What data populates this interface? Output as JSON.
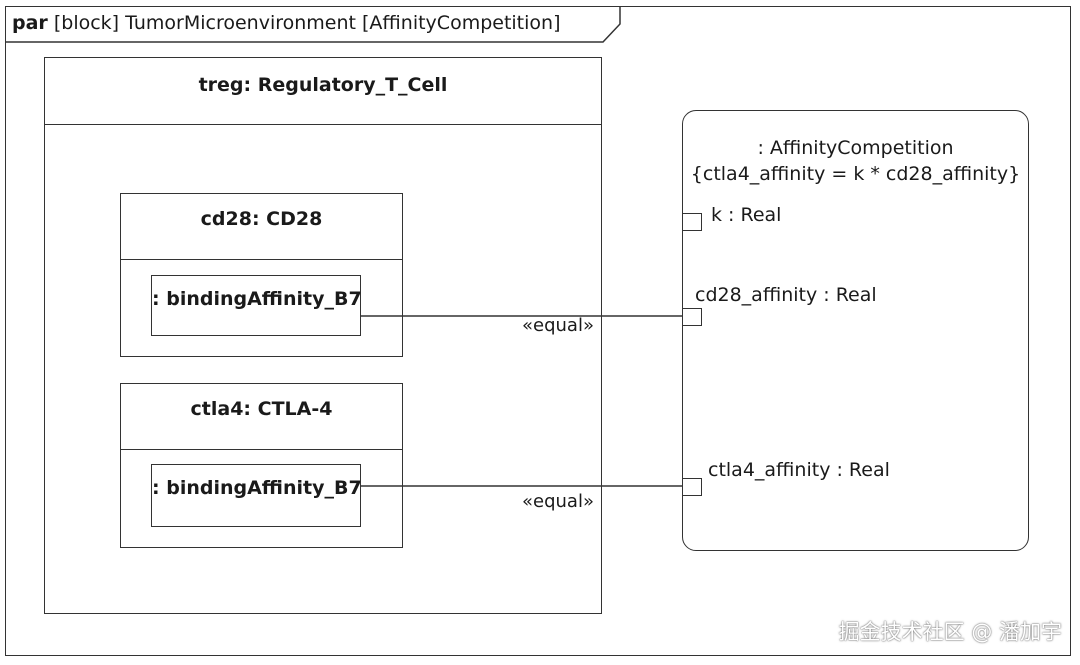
{
  "frame": {
    "keyword": "par",
    "label": "[block] TumorMicroenvironment [AffinityCompetition]"
  },
  "outer_block": {
    "title": "treg: Regulatory_T_Cell"
  },
  "cd28_block": {
    "title": "cd28: CD28",
    "port": ": bindingAffinity_B7"
  },
  "ctla4_block": {
    "title": "ctla4: CTLA-4",
    "port": ": bindingAffinity_B7"
  },
  "constraint": {
    "name": ": AffinityCompetition",
    "expression": "{ctla4_affinity = k * cd28_affinity}",
    "params": {
      "k": "k : Real",
      "cd28": "cd28_affinity : Real",
      "ctla4": "ctla4_affinity : Real"
    }
  },
  "connectors": {
    "top_stereotype": "«equal»",
    "bottom_stereotype": "«equal»"
  },
  "watermark": "掘金技术社区 @ 潘加宇"
}
